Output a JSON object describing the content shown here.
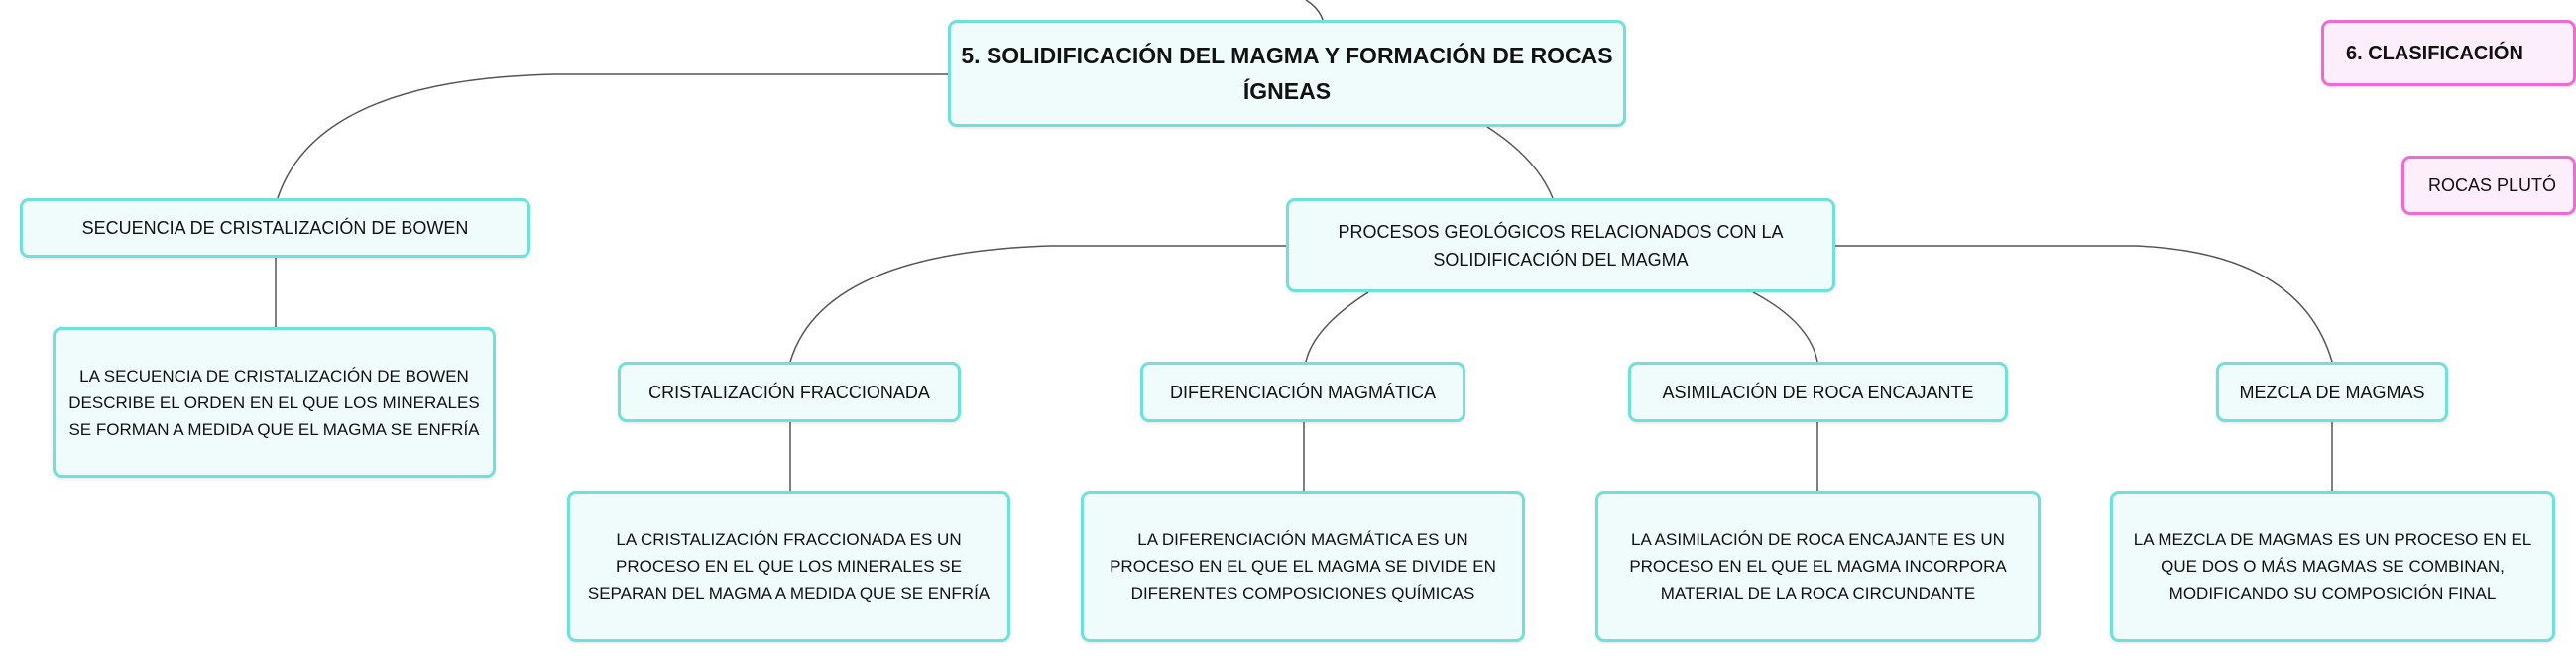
{
  "main_topic": "5. SOLIDIFICACIÓN DEL MAGMA Y FORMACIÓN DE ROCAS ÍGNEAS",
  "bowen": {
    "title": "SECUENCIA DE CRISTALIZACIÓN DE BOWEN",
    "description": "LA SECUENCIA DE CRISTALIZACIÓN DE BOWEN DESCRIBE EL ORDEN EN EL QUE LOS MINERALES SE FORMAN A MEDIDA QUE EL MAGMA SE ENFRÍA"
  },
  "procesos": {
    "title": "PROCESOS GEOLÓGICOS RELACIONADOS CON LA SOLIDIFICACIÓN DEL MAGMA",
    "children": [
      {
        "title": "CRISTALIZACIÓN FRACCIONADA",
        "description": "LA CRISTALIZACIÓN FRACCIONADA ES UN PROCESO EN EL QUE LOS MINERALES SE SEPARAN DEL MAGMA A MEDIDA QUE SE ENFRÍA"
      },
      {
        "title": "DIFERENCIACIÓN MAGMÁTICA",
        "description": "LA DIFERENCIACIÓN MAGMÁTICA ES UN PROCESO EN EL QUE EL MAGMA SE DIVIDE EN DIFERENTES COMPOSICIONES QUÍMICAS"
      },
      {
        "title": "ASIMILACIÓN DE ROCA ENCAJANTE",
        "description": "LA ASIMILACIÓN DE ROCA ENCAJANTE ES UN PROCESO EN EL QUE EL MAGMA INCORPORA MATERIAL DE LA ROCA CIRCUNDANTE"
      },
      {
        "title": "MEZCLA DE MAGMAS",
        "description": "LA MEZCLA DE MAGMAS ES UN PROCESO EN EL QUE DOS O MÁS MAGMAS SE COMBINAN, MODIFICANDO SU COMPOSICIÓN FINAL"
      }
    ]
  },
  "clasificacion": {
    "title": "6. CLASIFICACIÓN",
    "child": "ROCAS PLUTÓ"
  },
  "colors": {
    "teal_border": "#6fe0da",
    "teal_fill": "#effcfb",
    "pink_border": "#f06ad6",
    "pink_fill": "#fdeefb"
  }
}
